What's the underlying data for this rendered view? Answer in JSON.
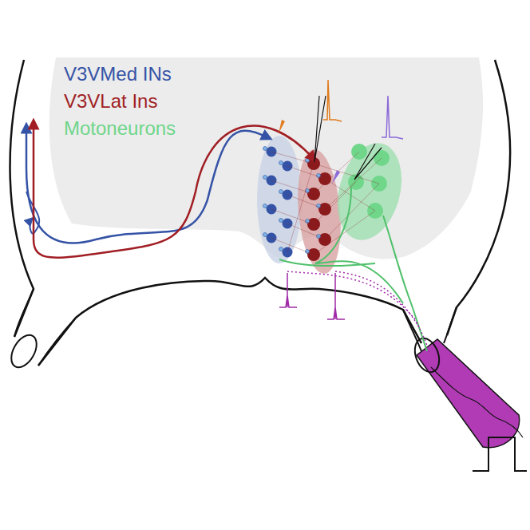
{
  "diagram": {
    "labels": [
      "V3VMed INs",
      "V3VLat Ins",
      "Motoneurons"
    ]
  }
}
